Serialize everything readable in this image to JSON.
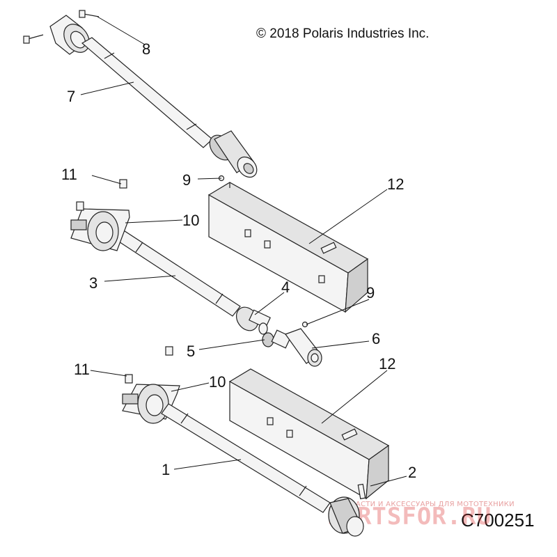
{
  "diagram": {
    "copyright": "© 2018 Polaris Industries Inc.",
    "drawing_code": "C700251",
    "watermark": {
      "tagline": "ЗАПЧАСТИ И АКСЕССУАРЫ ДЛЯ МОТОТЕХНИКИ",
      "brand": "PARTSFOR.RU"
    },
    "callouts": {
      "c1": "1",
      "c2": "2",
      "c3": "3",
      "c4": "4",
      "c5": "5",
      "c6": "6",
      "c7": "7",
      "c8": "8",
      "c9a": "9",
      "c9b": "9",
      "c10a": "10",
      "c10b": "10",
      "c11a": "11",
      "c11b": "11",
      "c12a": "12",
      "c12b": "12"
    }
  }
}
